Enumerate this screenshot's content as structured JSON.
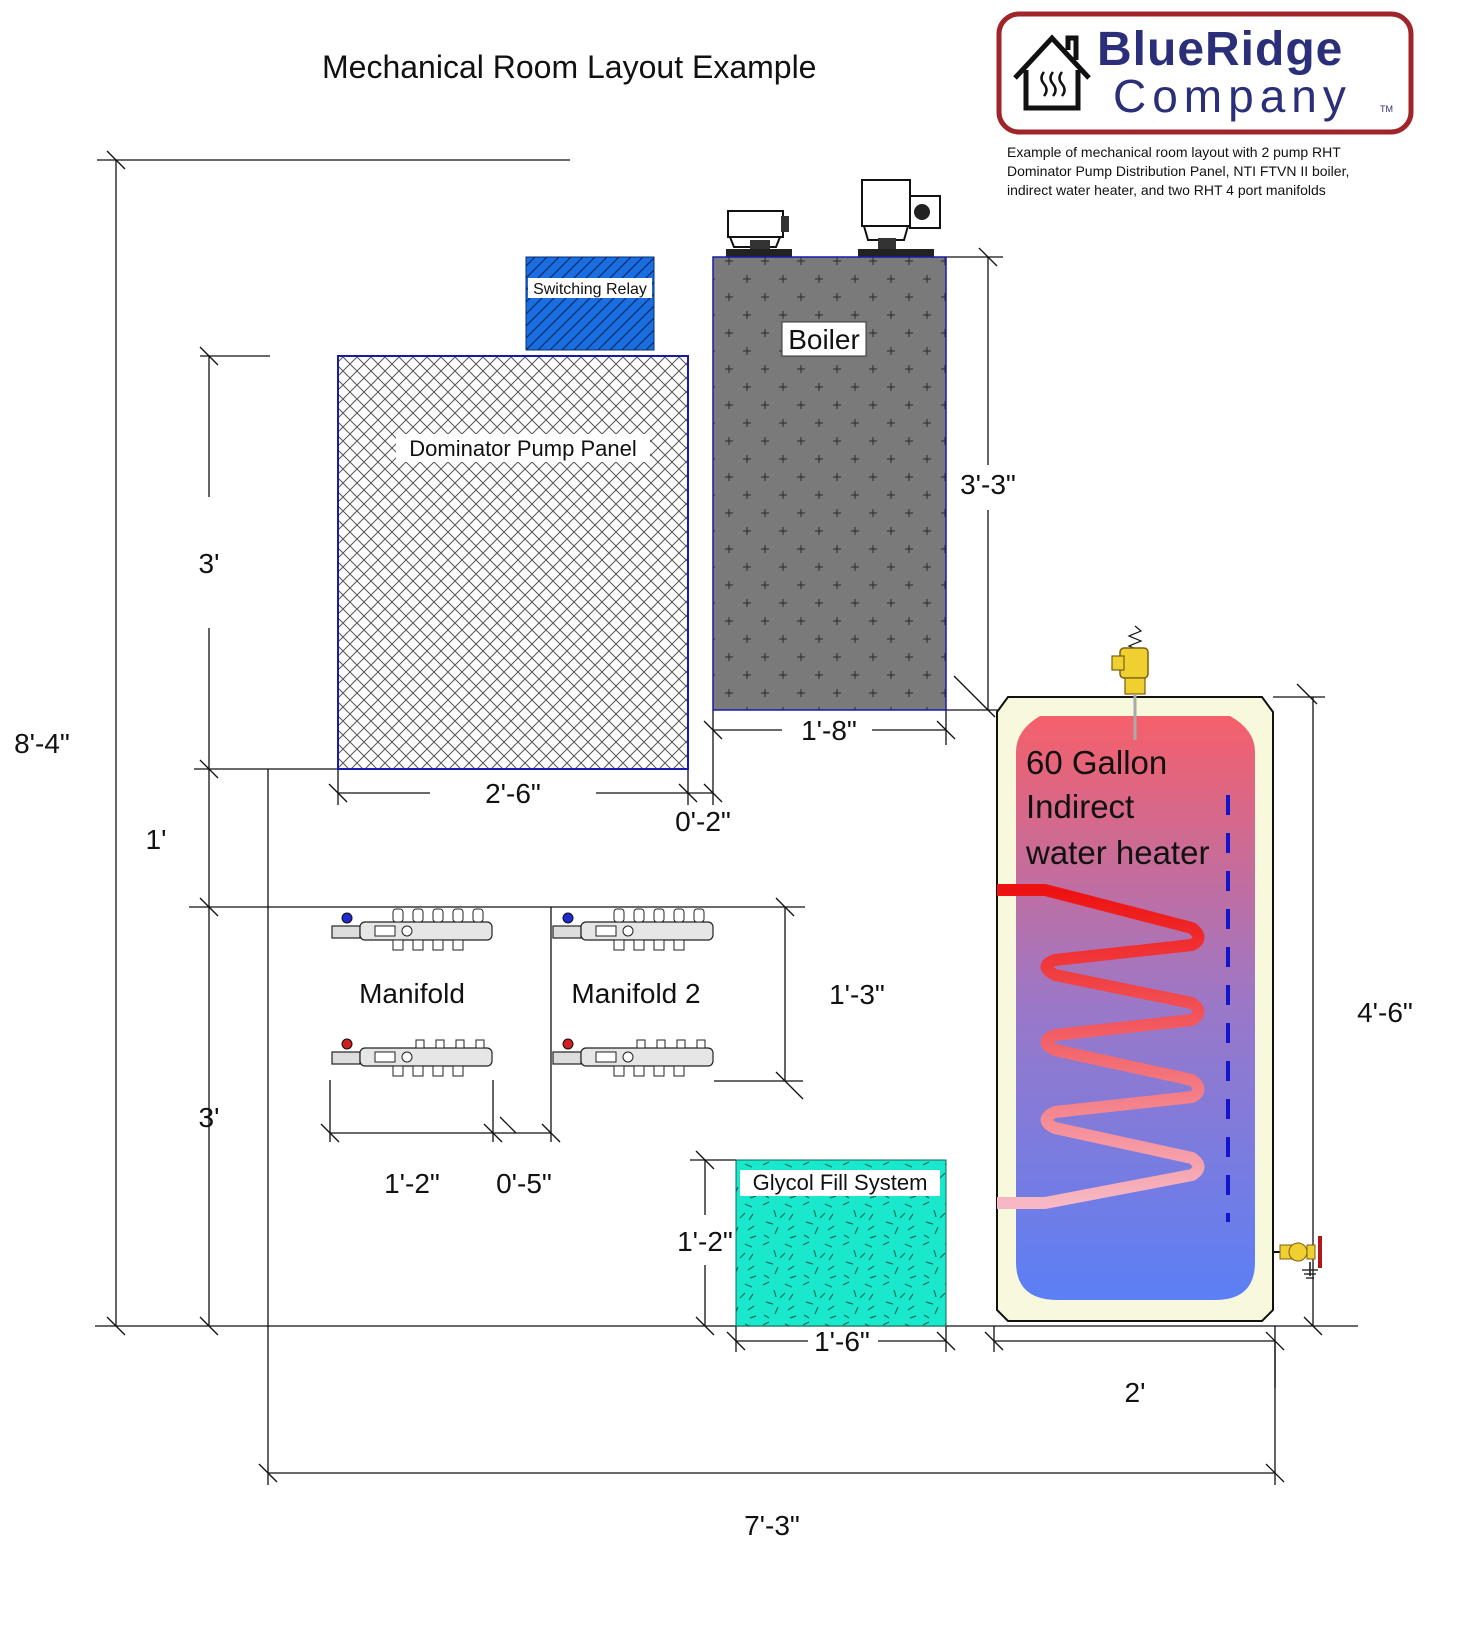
{
  "title": "Mechanical Room Layout Example",
  "logo": {
    "line1": "BlueRidge",
    "line2": "Company",
    "tm": "TM",
    "brand_color": "#2b2f7a",
    "frame_color": "#a0252b"
  },
  "caption": [
    "Example of mechanical room layout with 2 pump RHT",
    "Dominator Pump Distribution Panel, NTI FTVN II boiler,",
    "indirect water heater, and two RHT 4 port manifolds"
  ],
  "components": {
    "relay": {
      "label": "Switching Relay",
      "color": "#1a6fe0"
    },
    "pump_panel": {
      "label": "Dominator Pump Panel"
    },
    "boiler": {
      "label": "Boiler",
      "color": "#7a7a7a"
    },
    "manifold1": {
      "label": "Manifold"
    },
    "manifold2": {
      "label": "Manifold 2"
    },
    "glycol": {
      "label": "Glycol Fill System",
      "color": "#19e8cc"
    },
    "water_heater": {
      "label": [
        "60 Gallon",
        "Indirect",
        "water heater"
      ],
      "shell_color": "#f7f8dc",
      "tank_top_color": "#f5606a",
      "tank_bottom_color": "#5b7ff5"
    }
  },
  "dimensions": {
    "total_height": "8'-4\"",
    "upper_height": "3'",
    "gap_height": "1'",
    "lower_height": "3'",
    "panel_width": "2'-6\"",
    "panel_gap": "0'-2\"",
    "boiler_width": "1'-8\"",
    "boiler_height": "3'-3\"",
    "manifold_depth": "1'-3\"",
    "manifold_width": "1'-2\"",
    "manifold_gap": "0'-5\"",
    "glycol_height": "1'-2\"",
    "glycol_width": "1'-6\"",
    "heater_height": "4'-6\"",
    "heater_width": "2'",
    "total_width": "7'-3\""
  }
}
